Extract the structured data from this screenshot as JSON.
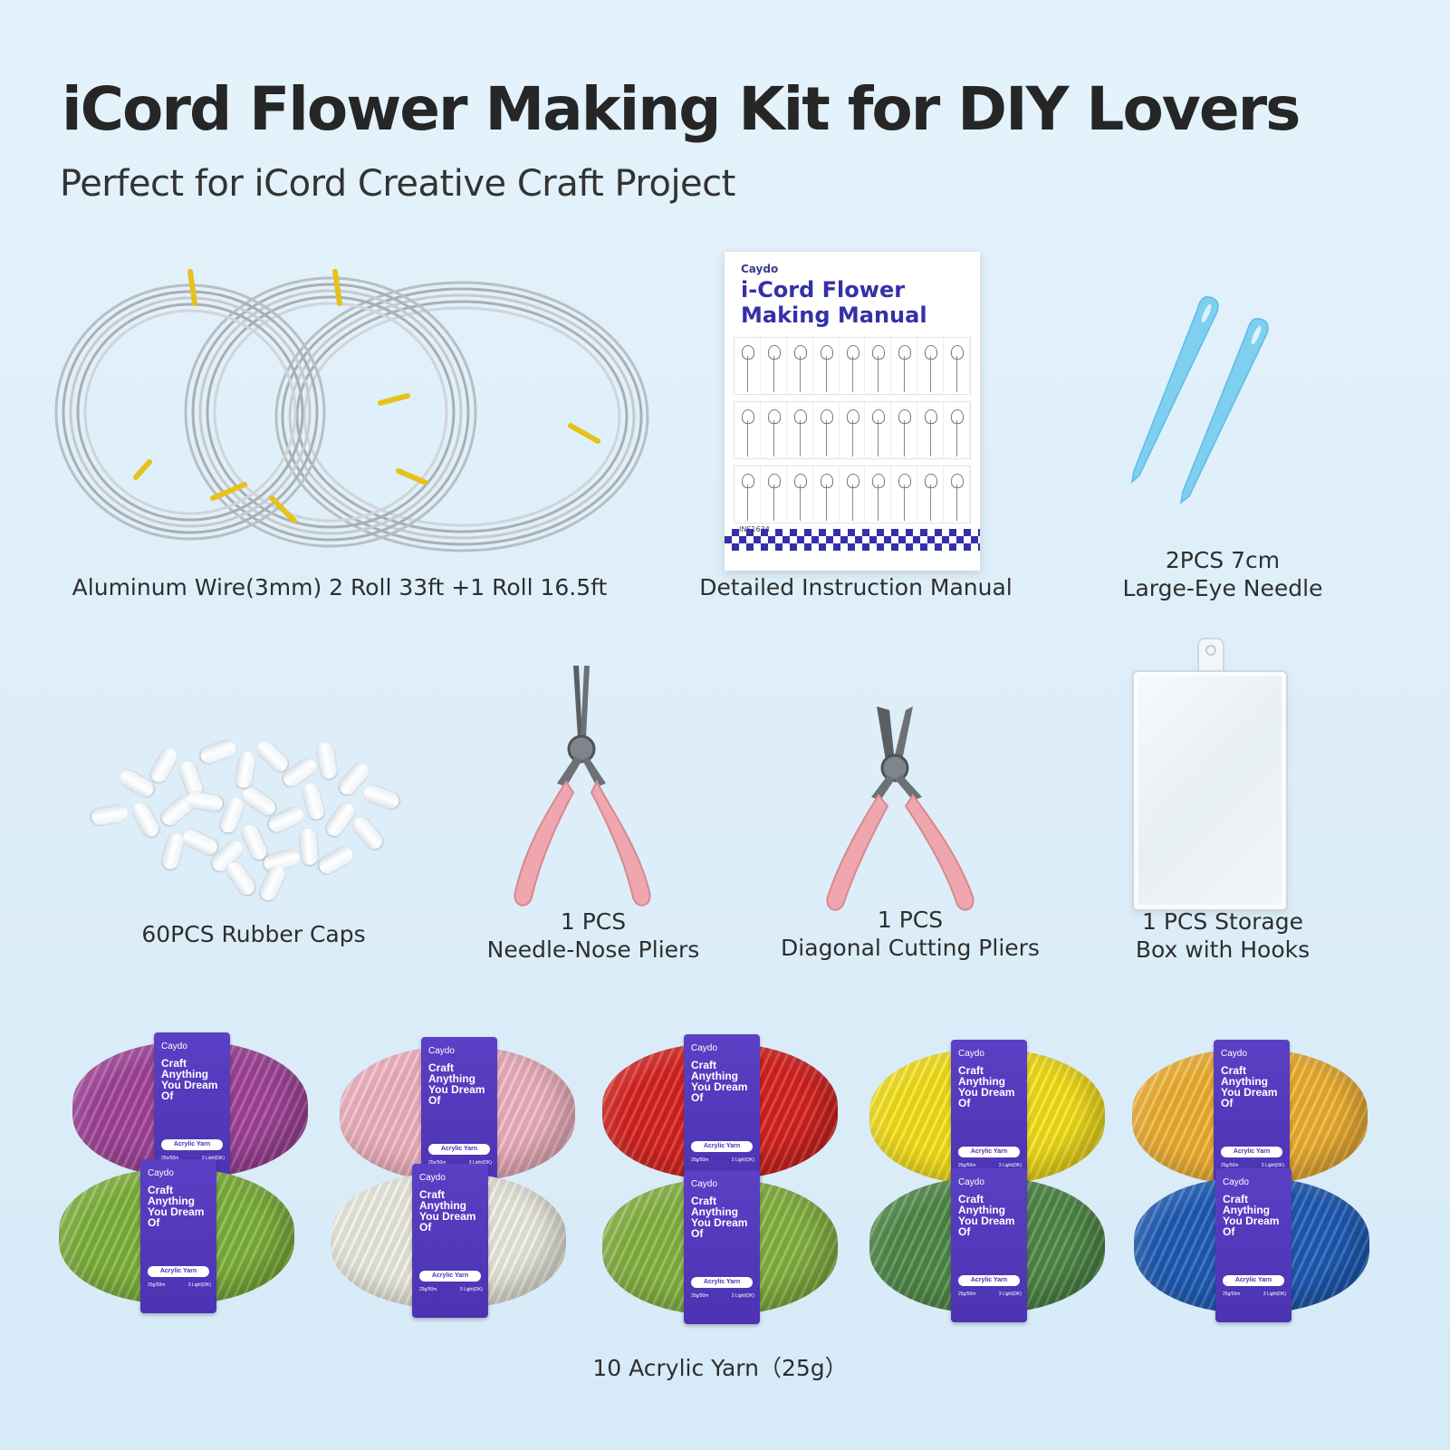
{
  "header": {
    "title": "iCord Flower Making Kit for DIY Lovers",
    "subtitle": "Perfect for iCord Creative Craft Project"
  },
  "items": {
    "wire": {
      "label": "Aluminum Wire(3mm) 2 Roll 33ft +1 Roll 16.5ft"
    },
    "manual": {
      "label": "Detailed Instruction Manual",
      "brand": "Caydo",
      "title": "i-Cord Flower Making Manual",
      "code": "INS1634"
    },
    "needle": {
      "label_line1": "2PCS 7cm",
      "label_line2": "Large-Eye Needle"
    },
    "caps": {
      "label": "60PCS Rubber Caps"
    },
    "needle_nose": {
      "label_line1": "1 PCS",
      "label_line2": "Needle-Nose Pliers"
    },
    "diagonal": {
      "label_line1": "1 PCS",
      "label_line2": "Diagonal Cutting Pliers"
    },
    "box": {
      "label_line1": "1 PCS Storage",
      "label_line2": "Box with Hooks"
    },
    "yarn": {
      "label": "10 Acrylic Yarn（25g）"
    }
  },
  "yarn_band": {
    "brand": "Caydo",
    "slogan": "Craft Anything You Dream Of",
    "type": "Acrylic Yarn",
    "weight": "25g/50m",
    "size": "3 Light(DK)"
  },
  "yarn_colors": [
    "#a2449a",
    "#f3b4c2",
    "#d9231f",
    "#f7e21a",
    "#f2b233",
    "#80b43c",
    "#f0eee2",
    "#86b442",
    "#4f8a47",
    "#1e5cb8"
  ],
  "colors": {
    "accent": "#4b33b3",
    "plier_handle": "#f0a6ae",
    "needle": "#7fd0f0",
    "wire": "#bfc4c9",
    "wire_tie": "#e6c21a"
  }
}
